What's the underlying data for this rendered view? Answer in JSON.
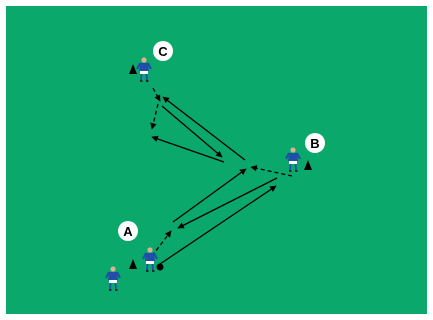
{
  "pitch": {
    "color": "#0aa86a",
    "border_color": "#ffffff"
  },
  "labels": {
    "a": "A",
    "b": "B",
    "c": "C"
  },
  "colors": {
    "line": "#000000",
    "shirt": "#1f4fa8",
    "shorts": "#ffffff",
    "skin": "#d9b38c",
    "cone": "#000000",
    "ball": "#000000",
    "label_bg": "#ffffff"
  }
}
